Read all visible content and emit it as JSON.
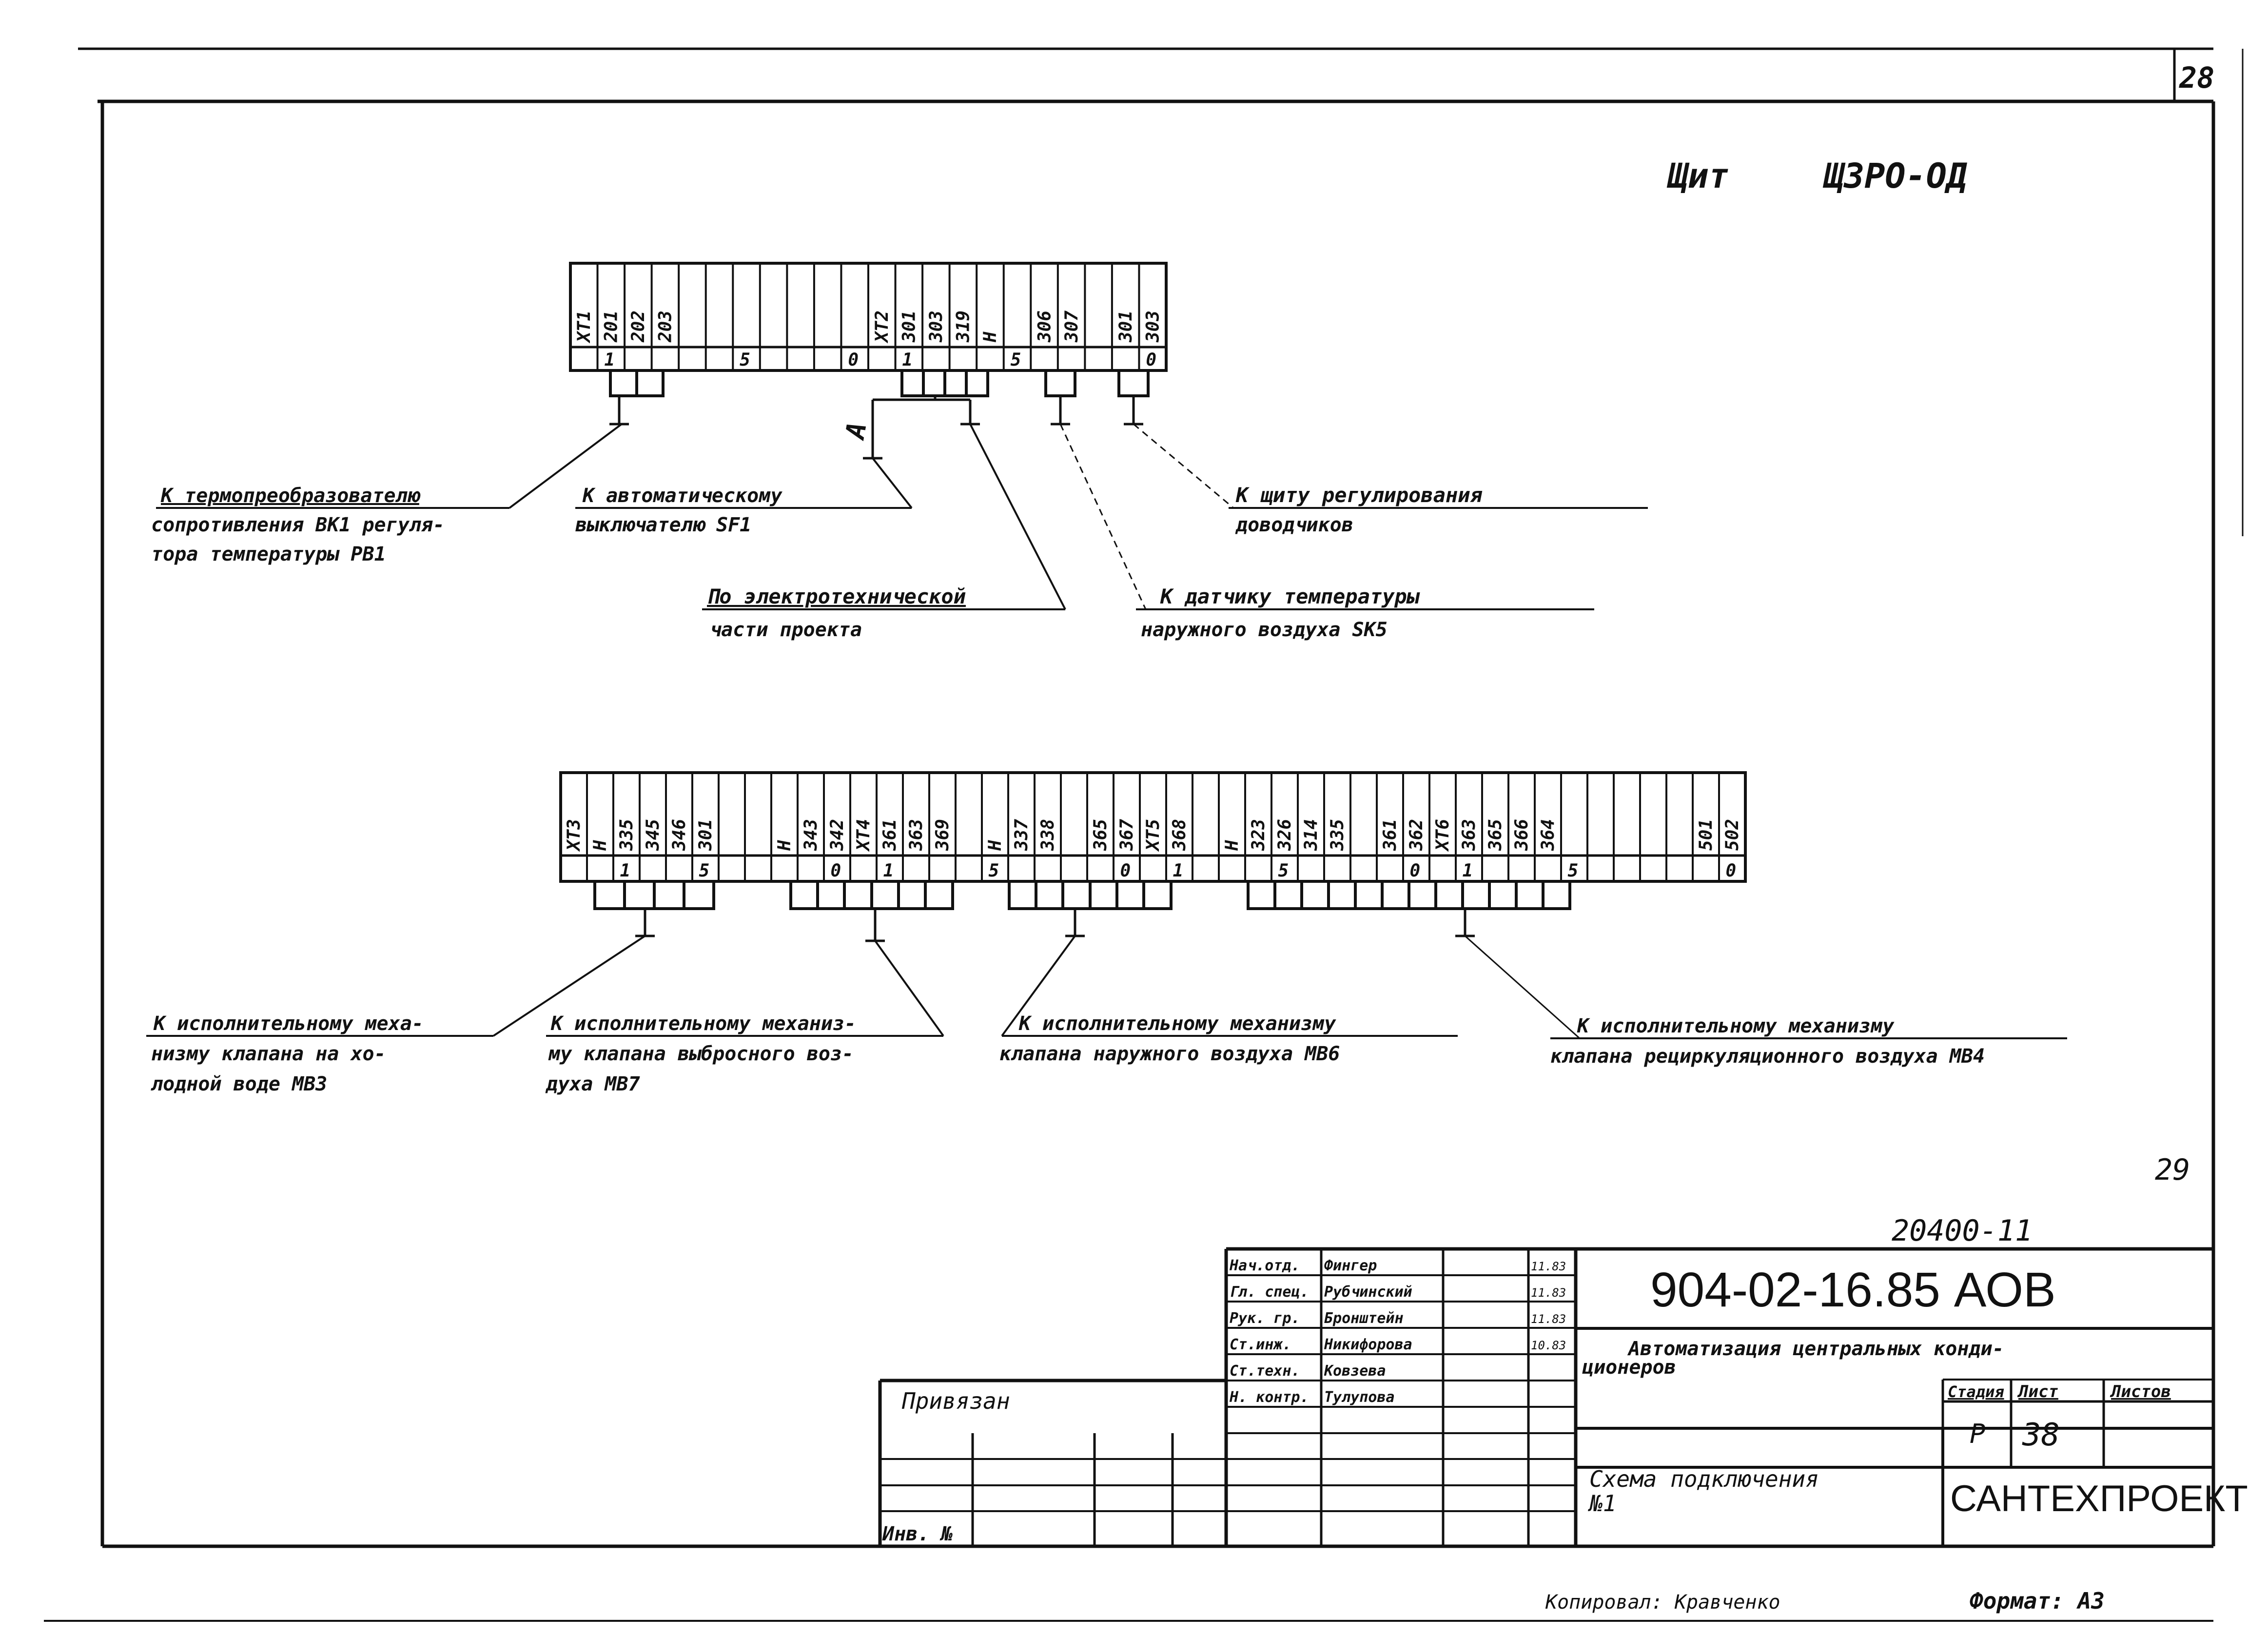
{
  "sheet_corner_number": "28",
  "handwritten_side_number": "29",
  "panel_title": {
    "label": "Щит",
    "code": "ЩЗРО-ОД"
  },
  "top_strip": {
    "cells": [
      {
        "label": "XT1",
        "num": ""
      },
      {
        "label": "201",
        "num": "1"
      },
      {
        "label": "202",
        "num": ""
      },
      {
        "label": "203",
        "num": ""
      },
      {
        "label": "",
        "num": ""
      },
      {
        "label": "",
        "num": ""
      },
      {
        "label": "",
        "num": "5"
      },
      {
        "label": "",
        "num": ""
      },
      {
        "label": "",
        "num": ""
      },
      {
        "label": "",
        "num": ""
      },
      {
        "label": "",
        "num": "0"
      },
      {
        "label": "XT2",
        "num": ""
      },
      {
        "label": "301",
        "num": "1"
      },
      {
        "label": "303",
        "num": ""
      },
      {
        "label": "319",
        "num": ""
      },
      {
        "label": "Н",
        "num": ""
      },
      {
        "label": "",
        "num": "5"
      },
      {
        "label": "306",
        "num": ""
      },
      {
        "label": "307",
        "num": ""
      },
      {
        "label": "",
        "num": ""
      },
      {
        "label": "301",
        "num": ""
      },
      {
        "label": "303",
        "num": "0"
      }
    ],
    "marker_A": "А"
  },
  "bottom_strip": {
    "cells": [
      {
        "label": "XT3",
        "num": ""
      },
      {
        "label": "Н",
        "num": ""
      },
      {
        "label": "335",
        "num": "1"
      },
      {
        "label": "345",
        "num": ""
      },
      {
        "label": "346",
        "num": ""
      },
      {
        "label": "301",
        "num": "5"
      },
      {
        "label": "",
        "num": ""
      },
      {
        "label": "",
        "num": ""
      },
      {
        "label": "Н",
        "num": ""
      },
      {
        "label": "343",
        "num": ""
      },
      {
        "label": "342",
        "num": "0"
      },
      {
        "label": "XT4",
        "num": ""
      },
      {
        "label": "361",
        "num": "1"
      },
      {
        "label": "363",
        "num": ""
      },
      {
        "label": "369",
        "num": ""
      },
      {
        "label": "",
        "num": ""
      },
      {
        "label": "Н",
        "num": "5"
      },
      {
        "label": "337",
        "num": ""
      },
      {
        "label": "338",
        "num": ""
      },
      {
        "label": "",
        "num": ""
      },
      {
        "label": "365",
        "num": ""
      },
      {
        "label": "367",
        "num": "0"
      },
      {
        "label": "XT5",
        "num": ""
      },
      {
        "label": "368",
        "num": "1"
      },
      {
        "label": "",
        "num": ""
      },
      {
        "label": "Н",
        "num": ""
      },
      {
        "label": "323",
        "num": ""
      },
      {
        "label": "326",
        "num": "5"
      },
      {
        "label": "314",
        "num": ""
      },
      {
        "label": "335",
        "num": ""
      },
      {
        "label": "",
        "num": ""
      },
      {
        "label": "361",
        "num": ""
      },
      {
        "label": "362",
        "num": "0"
      },
      {
        "label": "XT6",
        "num": ""
      },
      {
        "label": "363",
        "num": "1"
      },
      {
        "label": "365",
        "num": ""
      },
      {
        "label": "366",
        "num": ""
      },
      {
        "label": "364",
        "num": ""
      },
      {
        "label": "",
        "num": "5"
      },
      {
        "label": "",
        "num": ""
      },
      {
        "label": "",
        "num": ""
      },
      {
        "label": "",
        "num": ""
      },
      {
        "label": "",
        "num": ""
      },
      {
        "label": "501",
        "num": ""
      },
      {
        "label": "502",
        "num": "0"
      }
    ]
  },
  "callouts_top": [
    {
      "id": "thermo",
      "lines": [
        "К термопреобразователю",
        "сопротивления ВК1 регуля-",
        "тора температуры РВ1"
      ]
    },
    {
      "id": "breaker",
      "lines": [
        "К автоматическому",
        "выключателю    SF1"
      ]
    },
    {
      "id": "elec",
      "lines": [
        "По электротехнической",
        "части   проекта"
      ]
    },
    {
      "id": "sensor",
      "lines": [
        "К датчику  температуры",
        "наружного воздуха   SK5"
      ]
    },
    {
      "id": "panel",
      "lines": [
        "К щиту  регулирования",
        "доводчиков"
      ]
    }
  ],
  "callouts_bottom": [
    {
      "id": "mv3",
      "lines": [
        "К исполнительному меха-",
        "низму клапана  на хо-",
        "лодной воде МВ3"
      ]
    },
    {
      "id": "mv7",
      "lines": [
        "К исполнительному механиз-",
        "му клапана выбросного воз-",
        "духа  МВ7"
      ]
    },
    {
      "id": "mv6",
      "lines": [
        "К исполнительному механизму",
        "клапана наружного воздуха  МВ6"
      ]
    },
    {
      "id": "mv4",
      "lines": [
        "К исполнительному   механизму",
        "клапана рециркуляционного  воздуха МВ4"
      ]
    }
  ],
  "title_block": {
    "archive_number": "20400-11",
    "doc_code": "904-02-16.85  АОВ",
    "project_title": [
      "Автоматизация   центральных   конди-",
      "ционеров"
    ],
    "sheet_title": [
      "Схема подключения",
      "№1"
    ],
    "organization": "САНТЕХПРОЕКТ",
    "stage_header": "Стадия",
    "sheet_header": "Лист",
    "sheets_header": "Листов",
    "stage": "Р",
    "sheet": "38",
    "sheets": "",
    "privyazan": "Привязан",
    "inv_no": "Инв. №",
    "signatures": [
      {
        "role": "Нач.отд.",
        "name": "Фингер",
        "date": "11.83"
      },
      {
        "role": "Гл. спец.",
        "name": "Рубчинский",
        "date": "11.83"
      },
      {
        "role": "Рук. гр.",
        "name": "Бронштейн",
        "date": "11.83"
      },
      {
        "role": "Ст.инж.",
        "name": "Никифорова",
        "date": "10.83"
      },
      {
        "role": "Ст.техн.",
        "name": "Ковзева",
        "date": ""
      },
      {
        "role": "Н. контр.",
        "name": "Тулупова",
        "date": ""
      }
    ]
  },
  "footer": {
    "copied": "Копировал: Кравченко",
    "format": "Формат: А3"
  }
}
